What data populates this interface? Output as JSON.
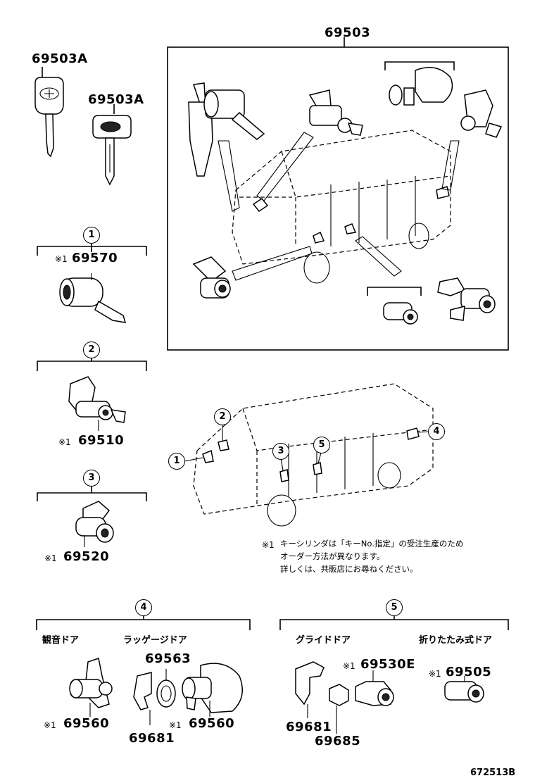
{
  "main_part": "69503",
  "keys": [
    "69503A",
    "69503A"
  ],
  "groups": [
    {
      "no": "1",
      "mark": "※1",
      "part": "69570"
    },
    {
      "no": "2",
      "mark": "※1",
      "part": "69510"
    },
    {
      "no": "3",
      "mark": "※1",
      "part": "69520"
    }
  ],
  "van_callouts": [
    "1",
    "2",
    "3",
    "4",
    "5"
  ],
  "note": {
    "mark": "※1",
    "lines": [
      "キーシリンダは「キーNo.指定」の受注生産のため",
      "オーダー方法が異なります。",
      "詳しくは、共販店にお尋ねください。"
    ]
  },
  "group4": {
    "no": "4",
    "back_door_label": "観音ドア",
    "back_door_part": {
      "mark": "※1",
      "part": "69560"
    },
    "luggage_label": "ラッゲージドア",
    "luggage_parts": {
      "ring": "69563",
      "bracket": "69681",
      "cylinder_mark": "※1",
      "cylinder": "69560"
    }
  },
  "group5": {
    "no": "5",
    "slide_label": "グライドドア",
    "fold_label": "折りたたみ式ドア",
    "slide_parts": {
      "cylinder_mark": "※1",
      "cylinder": "69530E",
      "bracket": "69681",
      "ring": "69685"
    },
    "fold_part": {
      "mark": "※1",
      "part": "69505"
    }
  },
  "figure_code": "672513B"
}
